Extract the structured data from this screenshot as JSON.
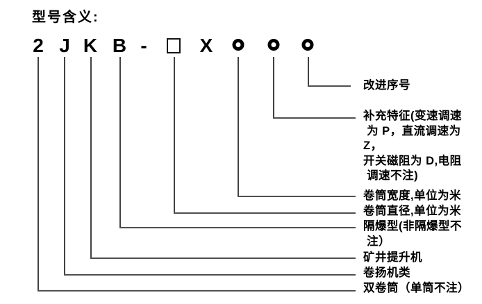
{
  "title": "型号含义:",
  "code": {
    "chars": [
      "2",
      "J",
      "K",
      "B",
      "-",
      "□",
      "X",
      "●",
      "●",
      "●"
    ]
  },
  "labels": [
    {
      "symbol": "●3",
      "text": "改进序号"
    },
    {
      "symbol": "●2",
      "text": "补充特征(变速调速\n 为 P，直流调速为 Z，\n开关磁阻为 D,电阻\n 调速不注)"
    },
    {
      "symbol": "●1",
      "text": "卷筒宽度,单位为米"
    },
    {
      "symbol": "□",
      "text": "卷筒直径,单位为米"
    },
    {
      "symbol": "B",
      "text": "隔爆型(非隔爆型不\n 注）"
    },
    {
      "symbol": "K",
      "text": "矿井提升机"
    },
    {
      "symbol": "J",
      "text": "卷扬机类"
    },
    {
      "symbol": "2",
      "text": "双卷筒（单筒不注）"
    }
  ],
  "colors": {
    "background": "#ffffff",
    "text": "#000000",
    "line": "#414141"
  }
}
